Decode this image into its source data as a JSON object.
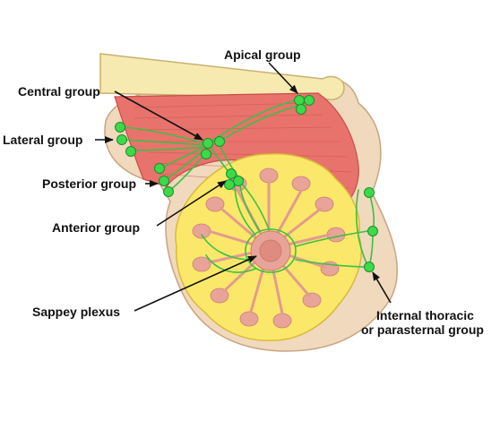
{
  "labels": {
    "apical": "Apical group",
    "central": "Central group",
    "lateral": "Lateral group",
    "posterior": "Posterior group",
    "anterior": "Anterior group",
    "sappey": "Sappey plexus",
    "internal_line1": "Internal thoracic",
    "internal_line2": "or parasternal group"
  },
  "colors": {
    "skin": "#f0d9bd",
    "skin_outline": "#c9a47f",
    "muscle": "#e8736c",
    "muscle_dark": "#c94c48",
    "clavicle": "#f7eab0",
    "gland": "#fbe86a",
    "gland_outline": "#d9b93a",
    "lobule": "#e9a49a",
    "node": "#3dd94a",
    "node_outline": "#1a8f2a",
    "vessel": "#3dbf45",
    "text": "#111111"
  }
}
